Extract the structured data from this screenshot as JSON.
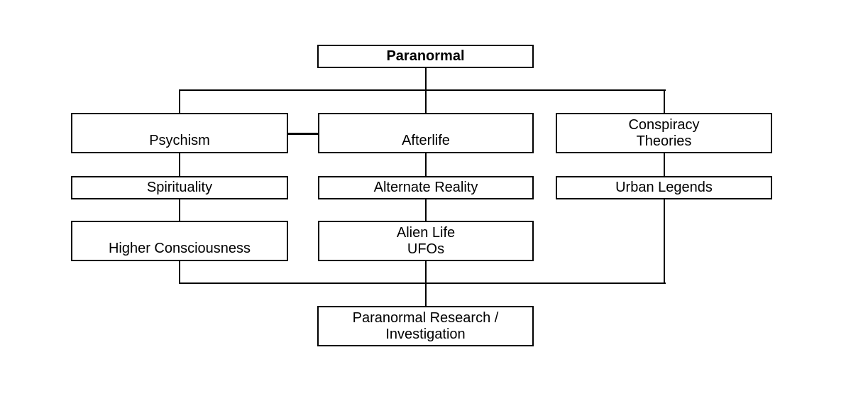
{
  "diagram_title": "Paranormal",
  "colors": {
    "box_border": "#000000",
    "box_fill": "#ffffff",
    "text": "#000000",
    "connector": "#000000"
  },
  "nodes": {
    "paranormal": {
      "lines": [
        "Paranormal"
      ]
    },
    "psychism": {
      "lines": [
        "Psychism"
      ]
    },
    "afterlife": {
      "lines": [
        "Afterlife"
      ]
    },
    "conspiracy_theories": {
      "lines": [
        "Conspiracy",
        "Theories"
      ]
    },
    "spirituality": {
      "lines": [
        "Spirituality"
      ]
    },
    "alternate_reality": {
      "lines": [
        "Alternate Reality"
      ]
    },
    "urban_legends": {
      "lines": [
        "Urban Legends"
      ]
    },
    "higher_consciousness": {
      "lines": [
        "Higher Consciousness"
      ]
    },
    "alien_life_ufos": {
      "lines": [
        "Alien Life",
        "UFOs"
      ]
    },
    "paranormal_research": {
      "lines": [
        "Paranormal Research /",
        "Investigation"
      ]
    }
  },
  "structure": {
    "root": "Paranormal",
    "branches": [
      "Psychism",
      "Afterlife",
      "Conspiracy Theories"
    ],
    "chains": {
      "Psychism": [
        "Spirituality",
        "Higher Consciousness"
      ],
      "Afterlife": [
        "Alternate Reality",
        "Alien Life UFOs"
      ],
      "Conspiracy Theories": [
        "Urban Legends"
      ]
    },
    "cross_link": [
      "Psychism",
      "Afterlife"
    ],
    "merge_target": "Paranormal Research / Investigation"
  }
}
